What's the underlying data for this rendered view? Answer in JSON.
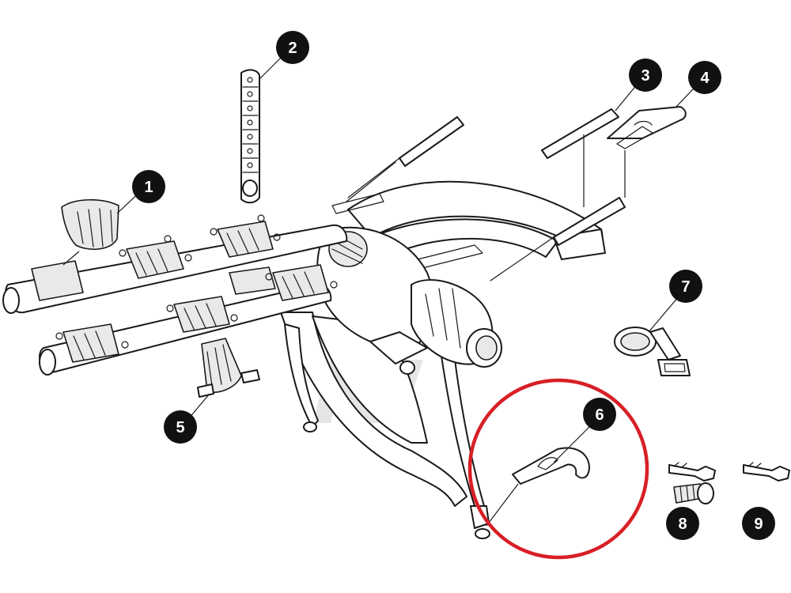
{
  "diagram": {
    "callouts": [
      {
        "id": "callout-1",
        "number": "1"
      },
      {
        "id": "callout-2",
        "number": "2"
      },
      {
        "id": "callout-3",
        "number": "3"
      },
      {
        "id": "callout-4",
        "number": "4"
      },
      {
        "id": "callout-5",
        "number": "5"
      },
      {
        "id": "callout-6",
        "number": "6"
      },
      {
        "id": "callout-7",
        "number": "7"
      },
      {
        "id": "callout-8",
        "number": "8"
      },
      {
        "id": "callout-9",
        "number": "9"
      }
    ],
    "highlight": {
      "part": "6",
      "color": "#d81f26"
    },
    "badge_color": "#111111",
    "line_color": "#1a1a1a"
  }
}
